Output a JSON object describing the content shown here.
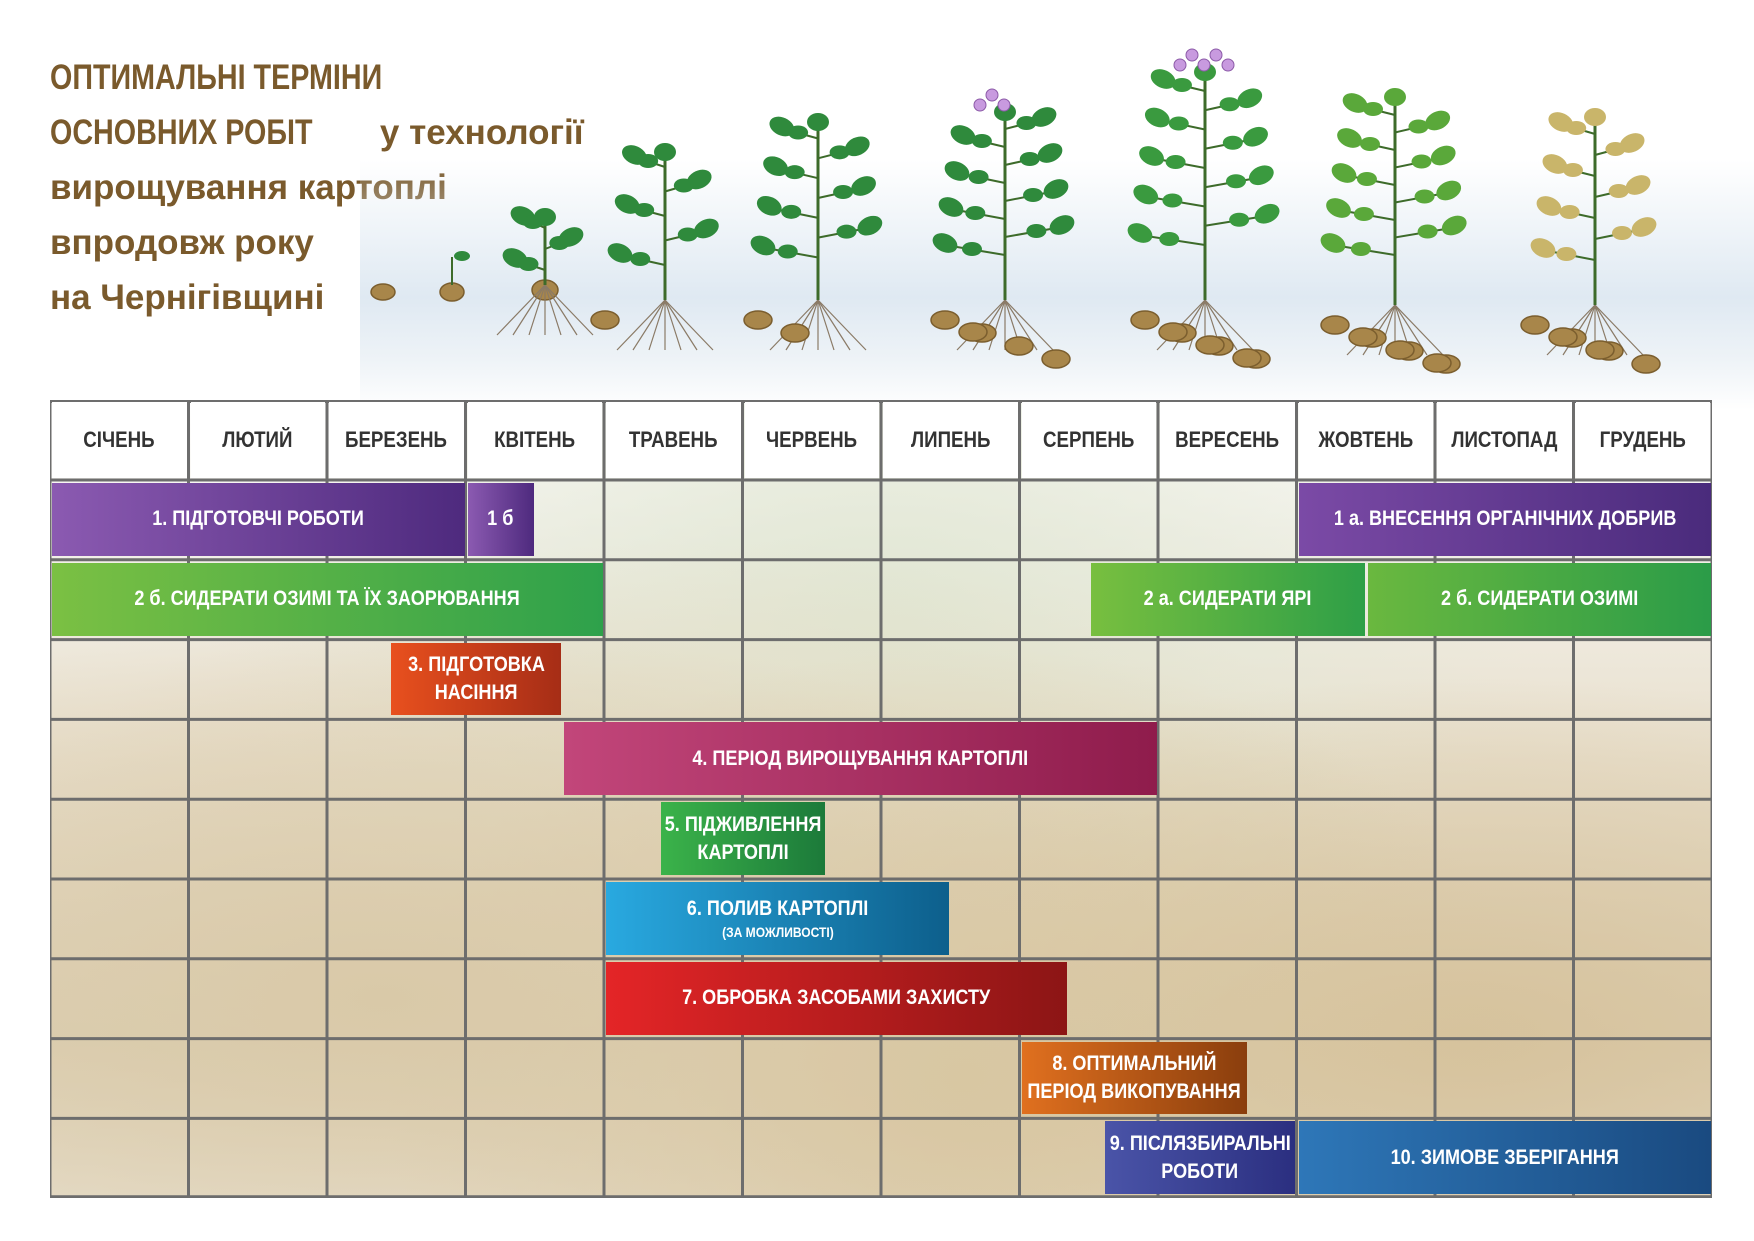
{
  "title": {
    "line1": "ОПТИМАЛЬНІ ТЕРМІНИ",
    "line2a": "ОСНОВНИХ РОБІТ",
    "line2b": " у технології",
    "line3": "вирощування картоплі",
    "line4": "впродовж року",
    "line5": "на Чернігівщині"
  },
  "colors": {
    "title": "#7a5a2c",
    "grid": "#6d6d6d",
    "leaf": "#2f8a3c",
    "tuber": "#a8864a"
  },
  "chart_data": {
    "type": "gantt",
    "months": [
      "СІЧЕНЬ",
      "ЛЮТИЙ",
      "БЕРЕЗЕНЬ",
      "КВІТЕНЬ",
      "ТРАВЕНЬ",
      "ЧЕРВЕНЬ",
      "ЛИПЕНЬ",
      "СЕРПЕНЬ",
      "ВЕРЕСЕНЬ",
      "ЖОВТЕНЬ",
      "ЛИСТОПАД",
      "ГРУДЕНЬ"
    ],
    "tasks": [
      {
        "label": "1. ПІДГОТОВЧІ РОБОТИ",
        "row": 1,
        "start": 0,
        "end": 3,
        "color_from": "#8b5ab1",
        "color_to": "#4e2a7e"
      },
      {
        "label": "1 б",
        "row": 1,
        "start": 3,
        "end": 3.5,
        "color_from": "#8b5ab1",
        "color_to": "#4e2a7e"
      },
      {
        "label": "1 а. ВНЕСЕННЯ ОРГАНІЧНИХ ДОБРИВ",
        "row": 1,
        "start": 9,
        "end": 12,
        "color_from": "#7b4aa6",
        "color_to": "#4a2b7c"
      },
      {
        "label": "2 б.  СИДЕРАТИ ОЗИМІ ТА ЇХ ЗАОРЮВАННЯ",
        "row": 2,
        "start": 0,
        "end": 4,
        "color_from": "#7bc043",
        "color_to": "#2ea14b"
      },
      {
        "label": "2 а. СИДЕРАТИ  ЯРІ",
        "row": 2,
        "start": 7.5,
        "end": 9.5,
        "color_from": "#78bf3f",
        "color_to": "#2e9f47"
      },
      {
        "label": "2 б. СИДЕРАТИ ОЗИМІ",
        "row": 2,
        "start": 9.5,
        "end": 12,
        "color_from": "#6ab83f",
        "color_to": "#2b9c48"
      },
      {
        "label": "3. ПІДГОТОВКА",
        "label2": "НАСІННЯ",
        "row": 3,
        "start": 2.45,
        "end": 3.7,
        "color_from": "#e8501e",
        "color_to": "#a62d16"
      },
      {
        "label": "4. ПЕРІОД ВИРОЩУВАННЯ КАРТОПЛІ",
        "row": 4,
        "start": 3.7,
        "end": 8,
        "color_from": "#c2467a",
        "color_to": "#8f1c4c"
      },
      {
        "label": "5. ПІДЖИВЛЕННЯ",
        "label2": "КАРТОПЛІ",
        "row": 5,
        "start": 4.4,
        "end": 5.6,
        "color_from": "#3bb34a",
        "color_to": "#1c7a3a"
      },
      {
        "label": "6. ПОЛИВ КАРТОПЛІ",
        "label2": "(ЗА МОЖЛИВОСТІ)",
        "row": 6,
        "start": 4,
        "end": 6.5,
        "color_from": "#29a9e0",
        "color_to": "#0d5f8c"
      },
      {
        "label": "7. ОБРОБКА ЗАСОБАМИ ЗАХИСТУ",
        "row": 7,
        "start": 4,
        "end": 7.35,
        "color_from": "#e42527",
        "color_to": "#8c1515"
      },
      {
        "label": "8. ОПТИМАЛЬНИЙ",
        "label2": "ПЕРІОД ВИКОПУВАННЯ",
        "row": 8,
        "start": 7,
        "end": 8.65,
        "color_from": "#e0701f",
        "color_to": "#8a3e0d"
      },
      {
        "label": "9. ПІСЛЯЗБИРАЛЬНІ",
        "label2": "РОБОТИ",
        "row": 9,
        "start": 7.6,
        "end": 9,
        "color_from": "#4a54a8",
        "color_to": "#2b2f80"
      },
      {
        "label": "10. ЗИМОВЕ ЗБЕРІГАННЯ",
        "row": 9,
        "start": 9,
        "end": 12,
        "color_from": "#2e77b8",
        "color_to": "#1a4a80"
      }
    ]
  }
}
